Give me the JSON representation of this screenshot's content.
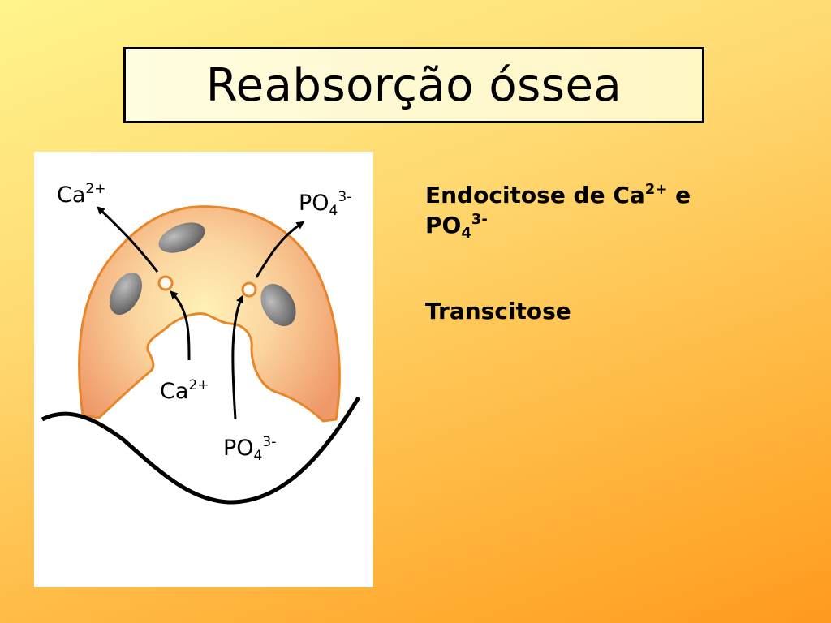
{
  "title": "Reabsorção óssea",
  "diagram": {
    "labels": {
      "ca_top": {
        "base": "Ca",
        "sup": "2+"
      },
      "po4_top": {
        "base": "PO",
        "sub": "4",
        "sup": "3-"
      },
      "ca_bottom": {
        "base": "Ca",
        "sup": "2+"
      },
      "po4_bottom": {
        "base": "PO",
        "sub": "4",
        "sup": "3-"
      }
    },
    "colors": {
      "cell_fill": "#f2a070",
      "cell_stroke": "#e8862a",
      "cell_center": "#fff2b8",
      "nucleus": "#666666",
      "vesicle_stroke": "#e8862a",
      "bone_line": "#000000"
    }
  },
  "bullets": {
    "line1_text": "Endocitose de Ca",
    "line1_sup": "2+",
    "line1_tail": " e",
    "line2_text": "PO",
    "line2_sub": "4",
    "line2_sup": "3-",
    "transcitose": "Transcitose"
  }
}
